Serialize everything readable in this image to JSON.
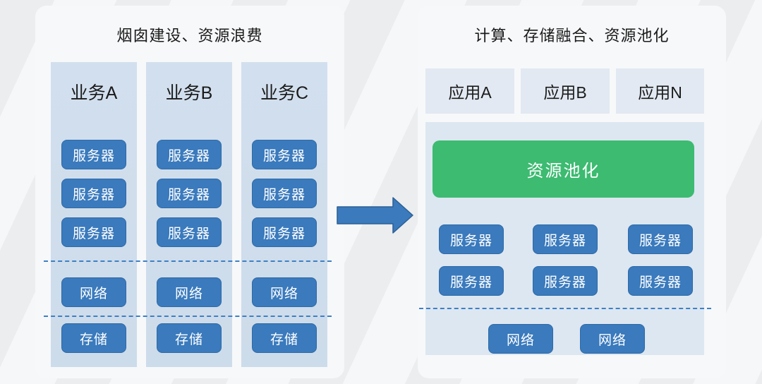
{
  "colors": {
    "accent_blue": "#3a7abd",
    "accent_green": "#3cbb71",
    "dashed_line_blue": "#3e80c4",
    "silo_background": "#cfddec",
    "panel_background": "#f7f8fa"
  },
  "left_panel": {
    "title": "烟囱建设、资源浪费",
    "columns": [
      {
        "label": "业务A",
        "servers": [
          "服务器",
          "服务器",
          "服务器"
        ],
        "network": "网络",
        "storage": "存储"
      },
      {
        "label": "业务B",
        "servers": [
          "服务器",
          "服务器",
          "服务器"
        ],
        "network": "网络",
        "storage": "存储"
      },
      {
        "label": "业务C",
        "servers": [
          "服务器",
          "服务器",
          "服务器"
        ],
        "network": "网络",
        "storage": "存储"
      }
    ]
  },
  "arrow": {
    "direction": "right"
  },
  "right_panel": {
    "title": "计算、存储融合、资源池化",
    "apps": [
      "应用A",
      "应用B",
      "应用N"
    ],
    "pool_label": "资源池化",
    "servers": [
      "服务器",
      "服务器",
      "服务器",
      "服务器",
      "服务器",
      "服务器"
    ],
    "networks": [
      "网络",
      "网络"
    ]
  }
}
